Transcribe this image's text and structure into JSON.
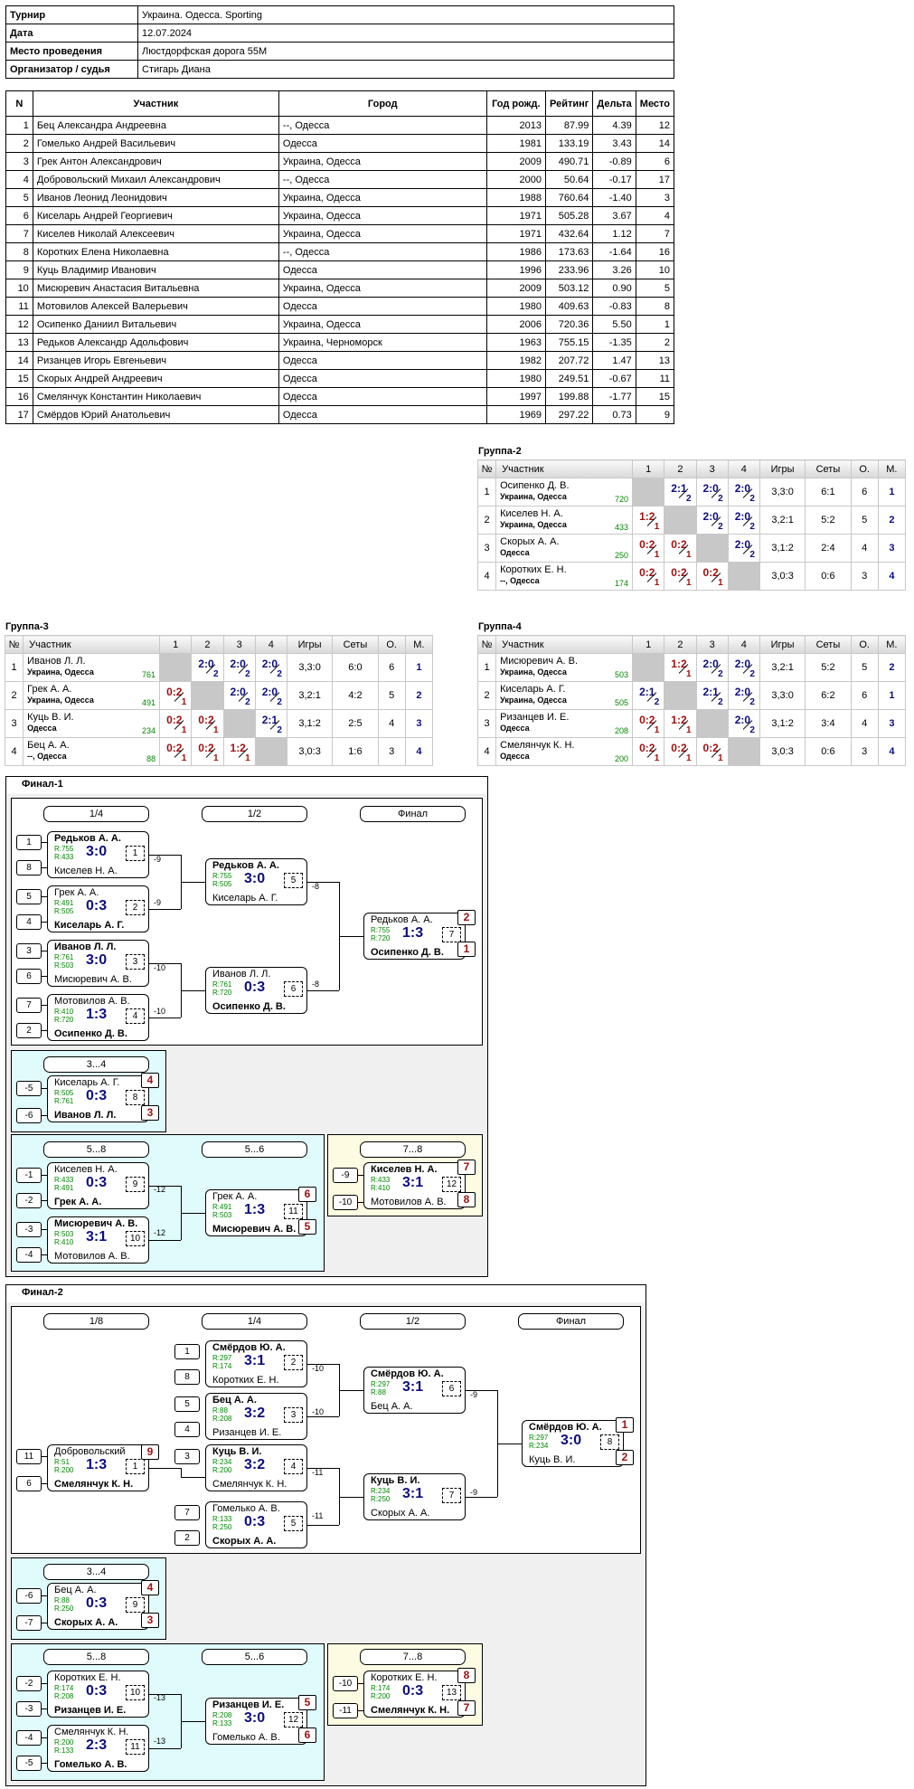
{
  "info": [
    [
      "Турнир",
      "Украина. Одесса. Sporting"
    ],
    [
      "Дата",
      "12.07.2024"
    ],
    [
      "Место проведения",
      "Люстдорфская дорога 55М"
    ],
    [
      "Организатор / судья",
      "Стигарь Диана"
    ]
  ],
  "main": {
    "headers": [
      "N",
      "Участник",
      "Город",
      "Год рожд.",
      "Рейтинг",
      "Дельта",
      "Место"
    ],
    "rows": [
      [
        "1",
        "Бец Александра Андреевна",
        "--, Одесса",
        "2013",
        "87.99",
        "4.39",
        "12"
      ],
      [
        "2",
        "Гомелько Андрей Васильевич",
        "Одесса",
        "1981",
        "133.19",
        "3.43",
        "14"
      ],
      [
        "3",
        "Грек Антон Александрович",
        "Украина, Одесса",
        "2009",
        "490.71",
        "-0.89",
        "6"
      ],
      [
        "4",
        "Добровольский Михаил Александрович",
        "--, Одесса",
        "2000",
        "50.64",
        "-0.17",
        "17"
      ],
      [
        "5",
        "Иванов Леонид Леонидович",
        "Украина, Одесса",
        "1988",
        "760.64",
        "-1.40",
        "3"
      ],
      [
        "6",
        "Киселарь Андрей Георгиевич",
        "Украина, Одесса",
        "1971",
        "505.28",
        "3.67",
        "4"
      ],
      [
        "7",
        "Киселев Николай Алексеевич",
        "Украина, Одесса",
        "1971",
        "432.64",
        "1.12",
        "7"
      ],
      [
        "8",
        "Коротких Елена Николаевна",
        "--, Одесса",
        "1986",
        "173.63",
        "-1.64",
        "16"
      ],
      [
        "9",
        "Куць Владимир Иванович",
        "Одесса",
        "1996",
        "233.96",
        "3.26",
        "10"
      ],
      [
        "10",
        "Мисюревич Анастасия Витальевна",
        "Украина, Одесса",
        "2009",
        "503.12",
        "0.90",
        "5"
      ],
      [
        "11",
        "Мотовилов Алексей Валерьевич",
        "Одесса",
        "1980",
        "409.63",
        "-0.83",
        "8"
      ],
      [
        "12",
        "Осипенко Даниил Витальевич",
        "Украина, Одесса",
        "2006",
        "720.36",
        "5.50",
        "1"
      ],
      [
        "13",
        "Редьков Александр Адольфович",
        "Украина, Черноморск",
        "1963",
        "755.15",
        "-1.35",
        "2"
      ],
      [
        "14",
        "Ризанцев Игорь Евгеньевич",
        "Одесса",
        "1982",
        "207.72",
        "1.47",
        "13"
      ],
      [
        "15",
        "Скорых Андрей Андреевич",
        "Одесса",
        "1980",
        "249.51",
        "-0.67",
        "11"
      ],
      [
        "16",
        "Смелянчук Константин Николаевич",
        "Одесса",
        "1997",
        "199.88",
        "-1.77",
        "15"
      ],
      [
        "17",
        "Смёрдов Юрий Анатольевич",
        "Одесса",
        "1969",
        "297.22",
        "0.73",
        "9"
      ]
    ]
  },
  "group_headers": [
    "№",
    "Участник",
    "1",
    "2",
    "3",
    "4",
    "Игры",
    "Сеты",
    "О.",
    "М."
  ],
  "groups": [
    {
      "title": "Группа-2",
      "rows": [
        {
          "n": "1",
          "name": "Осипенко Д. В.",
          "city": "Украина, Одесса",
          "r": "720",
          "cells": [
            "x",
            "2:1|2|w",
            "2:0|2|w",
            "2:0|2|w"
          ],
          "g": "3,3:0",
          "s": "6:1",
          "o": "6",
          "m": "1"
        },
        {
          "n": "2",
          "name": "Киселев Н. А.",
          "city": "Украина, Одесса",
          "r": "433",
          "cells": [
            "1:2|1|l",
            "x",
            "2:0|2|w",
            "2:0|2|w"
          ],
          "g": "3,2:1",
          "s": "5:2",
          "o": "5",
          "m": "2"
        },
        {
          "n": "3",
          "name": "Скорых А. А.",
          "city": "Одесса",
          "r": "250",
          "cells": [
            "0:2|1|l",
            "0:2|1|l",
            "x",
            "2:0|2|w"
          ],
          "g": "3,1:2",
          "s": "2:4",
          "o": "4",
          "m": "3"
        },
        {
          "n": "4",
          "name": "Коротких Е. Н.",
          "city": "--, Одесса",
          "r": "174",
          "cells": [
            "0:2|1|l",
            "0:2|1|l",
            "0:2|1|l",
            "x"
          ],
          "g": "3,0:3",
          "s": "0:6",
          "o": "3",
          "m": "4"
        }
      ]
    },
    {
      "title": "Группа-3",
      "rows": [
        {
          "n": "1",
          "name": "Иванов Л. Л.",
          "city": "Украина, Одесса",
          "r": "761",
          "cells": [
            "x",
            "2:0|2|w",
            "2:0|2|w",
            "2:0|2|w"
          ],
          "g": "3,3:0",
          "s": "6:0",
          "o": "6",
          "m": "1"
        },
        {
          "n": "2",
          "name": "Грек А. А.",
          "city": "Украина, Одесса",
          "r": "491",
          "cells": [
            "0:2|1|l",
            "x",
            "2:0|2|w",
            "2:0|2|w"
          ],
          "g": "3,2:1",
          "s": "4:2",
          "o": "5",
          "m": "2"
        },
        {
          "n": "3",
          "name": "Куць В. И.",
          "city": "Одесса",
          "r": "234",
          "cells": [
            "0:2|1|l",
            "0:2|1|l",
            "x",
            "2:1|2|w"
          ],
          "g": "3,1:2",
          "s": "2:5",
          "o": "4",
          "m": "3"
        },
        {
          "n": "4",
          "name": "Бец А. А.",
          "city": "--, Одесса",
          "r": "88",
          "cells": [
            "0:2|1|l",
            "0:2|1|l",
            "1:2|1|l",
            "x"
          ],
          "g": "3,0:3",
          "s": "1:6",
          "o": "3",
          "m": "4"
        }
      ]
    },
    {
      "title": "Группа-4",
      "rows": [
        {
          "n": "1",
          "name": "Мисюревич А. В.",
          "city": "Украина, Одесса",
          "r": "503",
          "cells": [
            "x",
            "1:2|1|l",
            "2:0|2|w",
            "2:0|2|w"
          ],
          "g": "3,2:1",
          "s": "5:2",
          "o": "5",
          "m": "2"
        },
        {
          "n": "2",
          "name": "Киселарь А. Г.",
          "city": "Украина, Одесса",
          "r": "505",
          "cells": [
            "2:1|2|w",
            "x",
            "2:1|2|w",
            "2:0|2|w"
          ],
          "g": "3,3:0",
          "s": "6:2",
          "o": "6",
          "m": "1"
        },
        {
          "n": "3",
          "name": "Ризанцев И. Е.",
          "city": "Одесса",
          "r": "208",
          "cells": [
            "0:2|1|l",
            "1:2|1|l",
            "x",
            "2:0|2|w"
          ],
          "g": "3,1:2",
          "s": "3:4",
          "o": "4",
          "m": "3"
        },
        {
          "n": "4",
          "name": "Смелянчук К. Н.",
          "city": "Одесса",
          "r": "200",
          "cells": [
            "0:2|1|l",
            "0:2|1|l",
            "0:2|1|l",
            "x"
          ],
          "g": "3,0:3",
          "s": "0:6",
          "o": "3",
          "m": "4"
        }
      ]
    }
  ],
  "final1": {
    "title": "Финал-1",
    "h_qf": "1/4",
    "h_sf": "1/2",
    "h_f": "Финал",
    "h_34": "3...4",
    "h_58": "5...8",
    "h_56": "5...6",
    "h_78": "7...8",
    "m1": {
      "p1": "Редьков А. А.",
      "p2": "Киселев Н. А.",
      "r1": "R:755",
      "r2": "R:433",
      "s": "3:0",
      "n": "1"
    },
    "m2": {
      "p1": "Грек А. А.",
      "p2": "Киселарь А. Г.",
      "r1": "R:491",
      "r2": "R:505",
      "s": "0:3",
      "n": "2"
    },
    "m3": {
      "p1": "Иванов Л. Л.",
      "p2": "Мисюревич А. В.",
      "r1": "R:761",
      "r2": "R:503",
      "s": "3:0",
      "n": "3"
    },
    "m4": {
      "p1": "Мотовилов А. В.",
      "p2": "Осипенко Д. В.",
      "r1": "R:410",
      "r2": "R:720",
      "s": "1:3",
      "n": "4"
    },
    "m5": {
      "p1": "Редьков А. А.",
      "p2": "Киселарь А. Г.",
      "r1": "R:755",
      "r2": "R:505",
      "s": "3:0",
      "n": "5"
    },
    "m6": {
      "p1": "Иванов Л. Л.",
      "p2": "Осипенко Д. В.",
      "r1": "R:761",
      "r2": "R:720",
      "s": "0:3",
      "n": "6"
    },
    "m7": {
      "p1": "Редьков А. А.",
      "p2": "Осипенко Д. В.",
      "r1": "R:755",
      "r2": "R:720",
      "s": "1:3",
      "n": "7"
    },
    "m8": {
      "p1": "Киселарь А. Г.",
      "p2": "Иванов Л. Л.",
      "r1": "R:505",
      "r2": "R:761",
      "s": "0:3",
      "n": "8"
    },
    "m9": {
      "p1": "Киселев Н. А.",
      "p2": "Грек А. А.",
      "r1": "R:433",
      "r2": "R:491",
      "s": "0:3",
      "n": "9"
    },
    "m10": {
      "p1": "Мисюревич А. В.",
      "p2": "Мотовилов А. В.",
      "r1": "R:503",
      "r2": "R:410",
      "s": "3:1",
      "n": "10"
    },
    "m11": {
      "p1": "Грек А. А.",
      "p2": "Мисюревич А. В.",
      "r1": "R:491",
      "r2": "R:503",
      "s": "1:3",
      "n": "11"
    },
    "m12": {
      "p1": "Киселев Н. А.",
      "p2": "Мотовилов А. В.",
      "r1": "R:433",
      "r2": "R:410",
      "s": "3:1",
      "n": "12"
    },
    "seeds": [
      "1",
      "8",
      "5",
      "4",
      "3",
      "6",
      "7",
      "2"
    ],
    "refs": [
      "-9",
      "-9",
      "-10",
      "-10",
      "-8",
      "-8"
    ],
    "seeds_34": [
      "-5",
      "-6"
    ],
    "seeds_58": [
      "-1",
      "-2",
      "-3",
      "-4"
    ],
    "refs_58": [
      "-12",
      "-12"
    ],
    "seeds_78": [
      "-9",
      "-10"
    ],
    "places": [
      "2",
      "1",
      "4",
      "3",
      "6",
      "5",
      "7",
      "8"
    ]
  },
  "final2": {
    "title": "Финал-2",
    "h_r16": "1/8",
    "h_qf": "1/4",
    "h_sf": "1/2",
    "h_f": "Финал",
    "h_34": "3...4",
    "h_58": "5...8",
    "h_56": "5...6",
    "h_78": "7...8",
    "m1": {
      "p1": "Добровольский",
      "p2": "Смелянчук К. Н.",
      "r1": "R:51",
      "r2": "R:200",
      "s": "1:3",
      "n": "1"
    },
    "m2": {
      "p1": "Смёрдов Ю. А.",
      "p2": "Коротких Е. Н.",
      "r1": "R:297",
      "r2": "R:174",
      "s": "3:1",
      "n": "2"
    },
    "m3": {
      "p1": "Бец А. А.",
      "p2": "Ризанцев И. Е.",
      "r1": "R:88",
      "r2": "R:208",
      "s": "3:2",
      "n": "3"
    },
    "m4": {
      "p1": "Куць В. И.",
      "p2": "Смелянчук К. Н.",
      "r1": "R:234",
      "r2": "R:200",
      "s": "3:2",
      "n": "4"
    },
    "m5": {
      "p1": "Гомелько А. В.",
      "p2": "Скорых А. А.",
      "r1": "R:133",
      "r2": "R:250",
      "s": "0:3",
      "n": "5"
    },
    "m6": {
      "p1": "Смёрдов Ю. А.",
      "p2": "Бец А. А.",
      "r1": "R:297",
      "r2": "R:88",
      "s": "3:1",
      "n": "6"
    },
    "m7": {
      "p1": "Куць В. И.",
      "p2": "Скорых А. А.",
      "r1": "R:234",
      "r2": "R:250",
      "s": "3:1",
      "n": "7"
    },
    "m8": {
      "p1": "Смёрдов Ю. А.",
      "p2": "Куць В. И.",
      "r1": "R:297",
      "r2": "R:234",
      "s": "3:0",
      "n": "8"
    },
    "m9": {
      "p1": "Бец А. А.",
      "p2": "Скорых А. А.",
      "r1": "R:88",
      "r2": "R:250",
      "s": "0:3",
      "n": "9"
    },
    "m10": {
      "p1": "Коротких Е. Н.",
      "p2": "Ризанцев И. Е.",
      "r1": "R:174",
      "r2": "R:208",
      "s": "0:3",
      "n": "10"
    },
    "m11": {
      "p1": "Смелянчук К. Н.",
      "p2": "Гомелько А. В.",
      "r1": "R:200",
      "r2": "R:133",
      "s": "2:3",
      "n": "11"
    },
    "m12": {
      "p1": "Ризанцев И. Е.",
      "p2": "Гомелько А. В.",
      "r1": "R:208",
      "r2": "R:133",
      "s": "3:0",
      "n": "12"
    },
    "m13": {
      "p1": "Коротких Е. Н.",
      "p2": "Смелянчук К. Н.",
      "r1": "R:174",
      "r2": "R:200",
      "s": "0:3",
      "n": "13"
    },
    "seeds_r16": [
      "11",
      "6"
    ],
    "seeds_qf": [
      "1",
      "8",
      "5",
      "4",
      "3",
      "7",
      "2"
    ],
    "refs": [
      "-10",
      "-10",
      "-11",
      "-11",
      "-9",
      "-9"
    ],
    "seeds_34": [
      "-6",
      "-7"
    ],
    "seeds_58": [
      "-2",
      "-3",
      "-4",
      "-5"
    ],
    "refs_58": [
      "-13",
      "-13"
    ],
    "seeds_78": [
      "-10",
      "-11"
    ],
    "places": [
      "9",
      "1",
      "2",
      "4",
      "3",
      "5",
      "6",
      "8",
      "7"
    ]
  }
}
